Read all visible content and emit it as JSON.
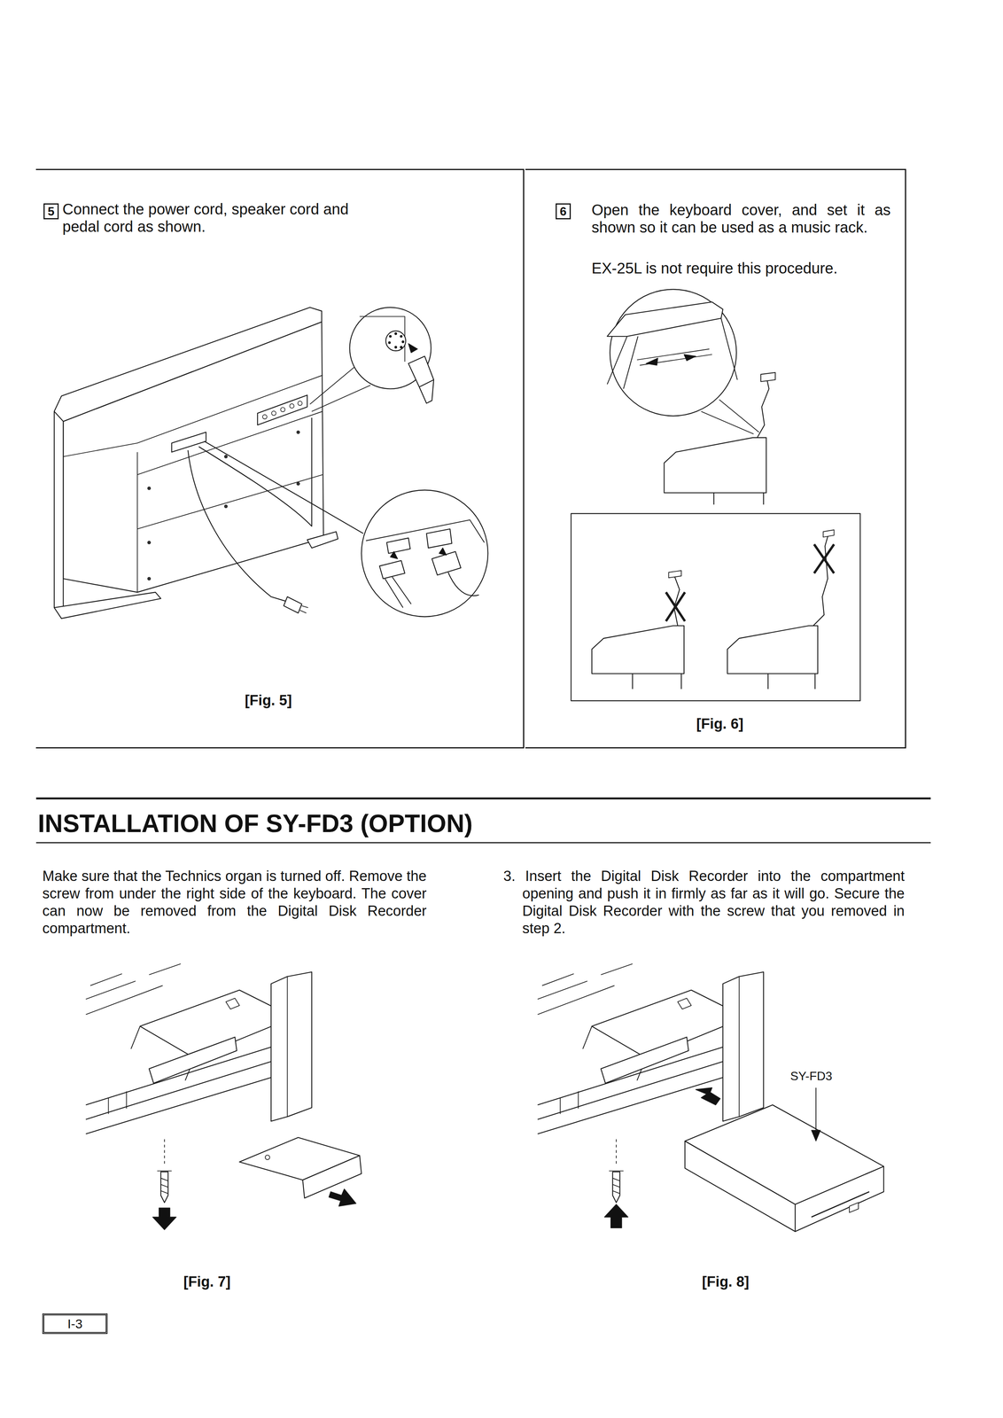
{
  "diagram": {
    "title": "INSTALLATION OF SY-FD3 (OPTION)",
    "nodes": [
      {
        "text": [
          "Connect the power cord, speaker cord and pedal cord as shown.",
          "[Fig. 5]"
        ]
      },
      {
        "text": [
          "5"
        ],
        "in": 0
      },
      {
        "text": [
          "Open the keyboard cover, and set it as shown so it can be used as a music rack.",
          "EX-25L is not require this procedure.",
          "[Fig. 6]"
        ]
      },
      {
        "text": [
          "6"
        ],
        "in": 2
      },
      {
        "text": [
          "I-3"
        ]
      }
    ],
    "labels": [
      "Make sure that the Technics organ is turned off. Remove the screw from under the right side of the keyboard. The cover can now be removed from the Digital Disk Recorder compartment.",
      "3. Insert the Digital Disk Recorder into the compartment opening and push it in firmly as far as it will go. Secure the Digital Disk Recorder with the screw that you removed in step 2.",
      "SY-FD3",
      "[Fig. 7]",
      "[Fig. 8]"
    ]
  }
}
